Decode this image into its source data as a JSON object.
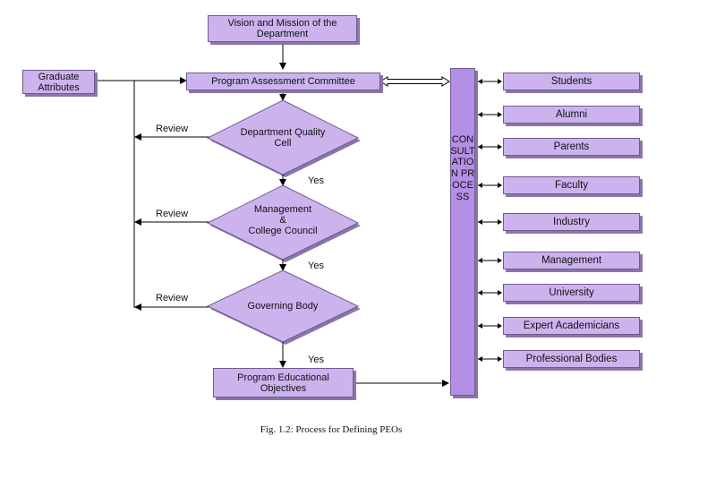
{
  "nodes": {
    "vision": "Vision and Mission of the Department",
    "graduate": "Graduate Attributes",
    "pac": "Program Assessment Committee",
    "dqc": "Department Quality Cell",
    "management_line1": "Management",
    "management_line2": "&",
    "management_line3": "College Council",
    "governing": "Governing Body",
    "peo": "Program Educational Objectives"
  },
  "labels": {
    "review": "Review",
    "yes": "Yes"
  },
  "consultation": "CONSULTATION PROCESS",
  "stakeholders": [
    "Students",
    "Alumni",
    "Parents",
    "Faculty",
    "Industry",
    "Management",
    "University",
    "Expert Academicians",
    "Professional Bodies"
  ],
  "caption": "Fig. 1.2: Process for Defining PEOs",
  "colors": {
    "box_fill": "#cdb3ee",
    "bar_fill": "#b48fe6",
    "shadow": "#8a76a8"
  }
}
